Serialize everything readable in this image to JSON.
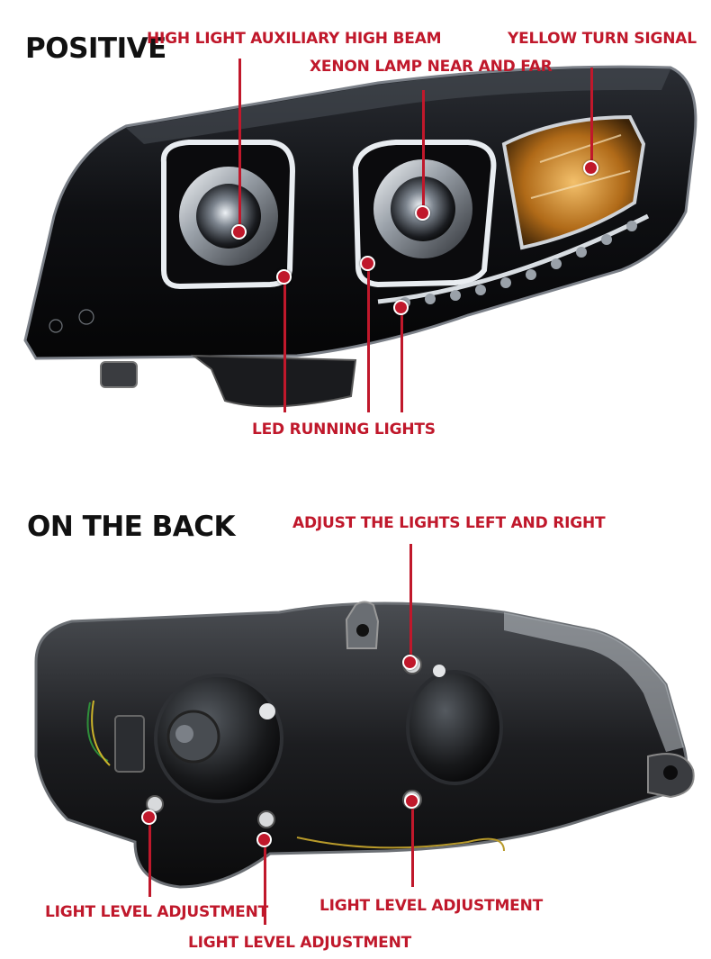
{
  "sections": {
    "front_title": "POSITIVE",
    "back_title": "ON THE BACK"
  },
  "callouts": {
    "high_light": "HIGH LIGHT AUXILIARY HIGH BEAM",
    "xenon": "XENON LAMP NEAR AND FAR",
    "yellow_turn": "YELLOW TURN SIGNAL",
    "led_running": "LED RUNNING LIGHTS",
    "adjust_lr": "ADJUST THE LIGHTS LEFT AND RIGHT",
    "level_left": "LIGHT LEVEL ADJUSTMENT",
    "level_right": "LIGHT LEVEL ADJUSTMENT",
    "level_bottom": "LIGHT LEVEL ADJUSTMENT"
  },
  "colors": {
    "accent": "#c0182b",
    "heading": "#111111",
    "background": "#ffffff"
  }
}
